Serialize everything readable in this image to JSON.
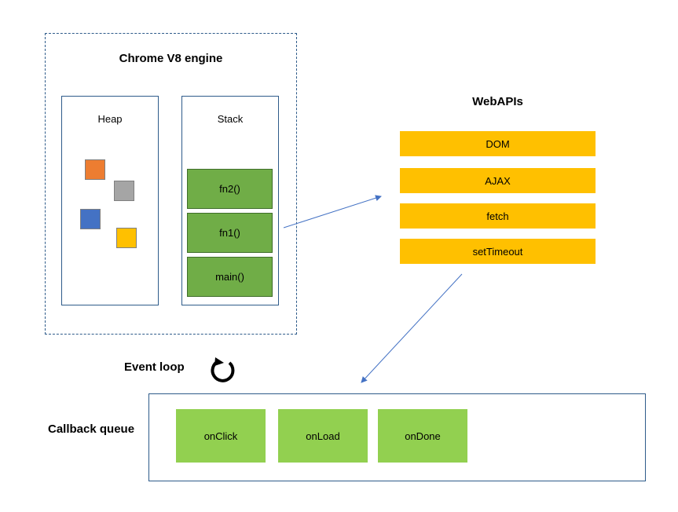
{
  "engine": {
    "title": "Chrome V8 engine",
    "heap_label": "Heap",
    "stack_label": "Stack",
    "heap_objects": [
      {
        "name": "orange",
        "color": "#ed7d31"
      },
      {
        "name": "gray",
        "color": "#a5a5a5"
      },
      {
        "name": "blue",
        "color": "#4472c4"
      },
      {
        "name": "yellow",
        "color": "#ffc000"
      }
    ],
    "stack_frames": [
      "fn2()",
      "fn1()",
      "main()"
    ],
    "stack_color": "#70ad47"
  },
  "webapis": {
    "title": "WebAPIs",
    "items": [
      "DOM",
      "AJAX",
      "fetch",
      "setTimeout"
    ],
    "color": "#ffc000"
  },
  "event_loop": {
    "label": "Event loop",
    "icon": "circular-arrow-icon"
  },
  "callback_queue": {
    "label": "Callback queue",
    "items": [
      "onClick",
      "onLoad",
      "onDone"
    ],
    "color": "#92d050"
  },
  "colors": {
    "border": "#2e5b8a",
    "arrow": "#4472c4"
  }
}
